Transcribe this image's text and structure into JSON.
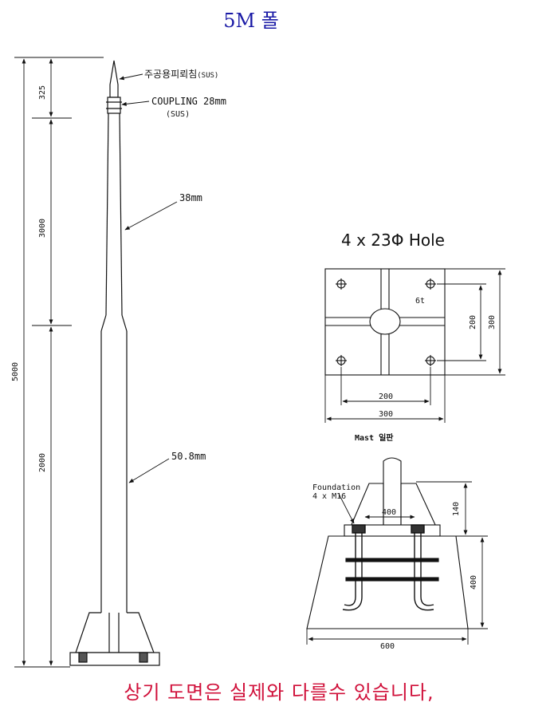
{
  "title": "5M 폴",
  "footer": "상기 도면은 실제와 다를수 있습니다,",
  "pole": {
    "rod_label": "주공용피뢰침",
    "rod_material": "(SUS)",
    "coupling_label": "COUPLING 28mm",
    "coupling_material": "(SUS)",
    "upper_diameter": "38mm",
    "lower_diameter": "50.8mm",
    "dim_top": "325",
    "dim_mid": "3000",
    "dim_low": "2000",
    "dim_total": "5000"
  },
  "plate": {
    "hole_label": "4 x 23Φ Hole",
    "thickness": "6t",
    "dim_inner_h": "200",
    "dim_outer_h": "300",
    "dim_inner_v": "200",
    "dim_outer_v": "300"
  },
  "base": {
    "title": "Mast 일판",
    "foundation_label": "Foundation",
    "anchor_label": "4 x M16",
    "dim_plate": "400",
    "dim_height_top": "140",
    "dim_height_foundation": "400",
    "dim_width": "600"
  }
}
